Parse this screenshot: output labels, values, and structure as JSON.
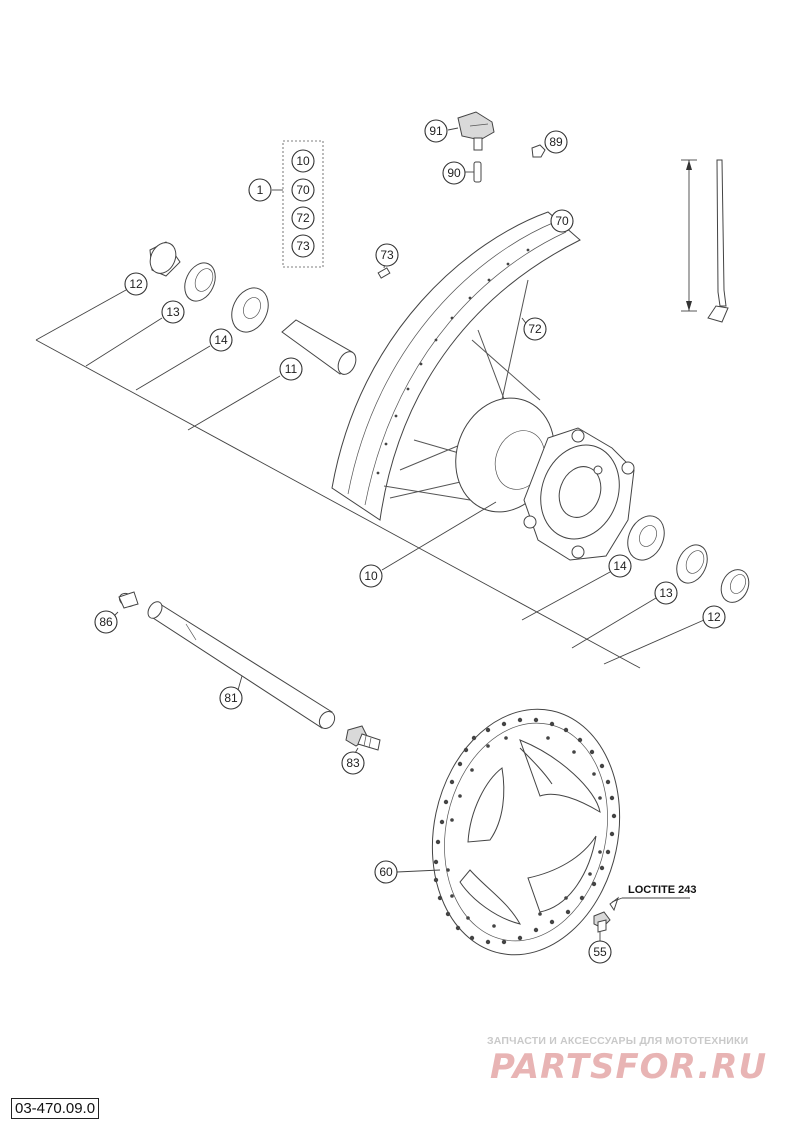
{
  "diagram_code": "03-470.09.0",
  "loctite_label": "LOCTITE 243",
  "watermark": {
    "tagline": "ЗАПЧАСТИ И АКСЕССУАРЫ ДЛЯ МОТОТЕХНИКИ",
    "brand": "PARTSFOR.RU"
  },
  "callouts": {
    "group": [
      "1",
      "10",
      "70",
      "72",
      "73"
    ],
    "p91": "91",
    "p89": "89",
    "p90": "90",
    "p73": "73",
    "p70": "70",
    "p72": "72",
    "p12a": "12",
    "p13a": "13",
    "p14a": "14",
    "p11": "11",
    "p10": "10",
    "p14b": "14",
    "p13b": "13",
    "p12b": "12",
    "p86": "86",
    "p81": "81",
    "p83": "83",
    "p60": "60",
    "p55": "55"
  }
}
